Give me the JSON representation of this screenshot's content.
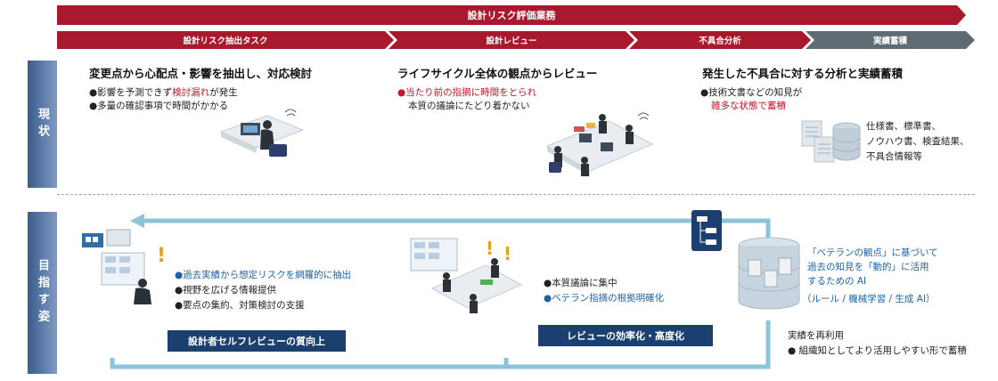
{
  "header": {
    "title": "設計リスク評価業務",
    "phases": [
      "設計リスク抽出タスク",
      "設計レビュー",
      "不具合分析",
      "実績蓄積"
    ]
  },
  "sections": {
    "current": "現状",
    "target": "目指す姿"
  },
  "current": {
    "col1": {
      "heading": "変更点から心配点・影響を抽出し、対応検討",
      "line1_pre": "●影響を予測できず",
      "line1_red": "検討漏れ",
      "line1_post": "が発生",
      "line2": "●多量の確認事項で時間がかかる"
    },
    "col2": {
      "heading": "ライフサイクル全体の観点からレビュー",
      "line1": "●当たり前の指摘に時間をとられ",
      "line2": "本質の議論にたどり着かない"
    },
    "col3": {
      "heading": "発生した不具合に対する分析と実績蓄積",
      "line1": "●技術文書などの知見が",
      "line2": "雑多な状態で蓄積",
      "docs": [
        "仕様書、標準書、",
        "ノウハウ書、検査結果、",
        "不具合情報等"
      ]
    }
  },
  "target": {
    "col1": {
      "line1": "●過去実績から想定リスクを網羅的に抽出",
      "line2": "●視野を広げる情報提供",
      "line3": "●要点の集約、対策検討の支援",
      "badge": "設計者セルフレビューの質向上"
    },
    "col2": {
      "line1": "●本質議論に集中",
      "line2": "●ベテラン指摘の根拠明確化",
      "badge": "レビューの効率化・高度化"
    },
    "col3": {
      "ai_line1": "「ベテランの観点」に基づいて",
      "ai_line2": "過去の知見を「動的」に活用",
      "ai_line3": "するための AI",
      "ai_line4": "（ルール / 機械学習 / 生成 AI）",
      "reuse_title": "実績を再利用",
      "reuse_line": "● 組織知としてより活用しやすい形で蓄積"
    }
  },
  "colors": {
    "banner": "#a8192e",
    "phase_red": "#a8192e",
    "phase_gray": "#5f6b72",
    "loop": "#8cc3d8",
    "badge": "#1b3f6e",
    "accent_red": "#c4152a",
    "accent_blue": "#1e63a8"
  }
}
